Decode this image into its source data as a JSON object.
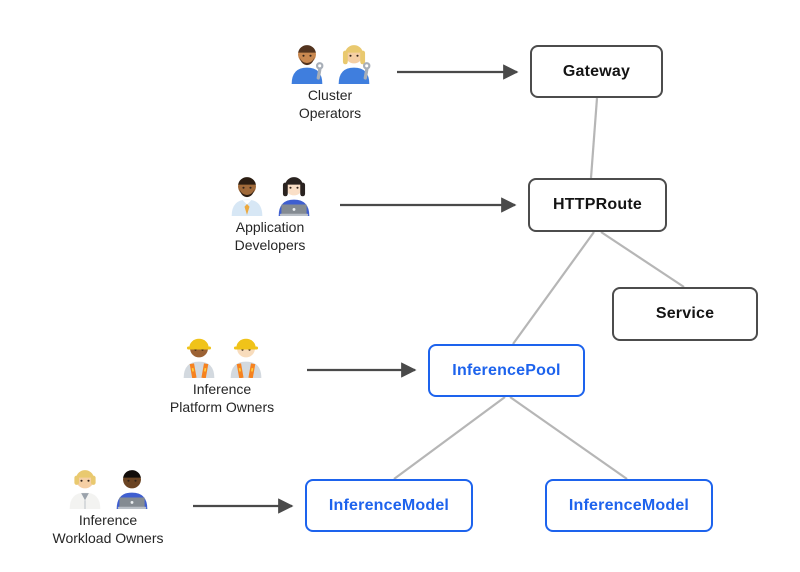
{
  "diagram": {
    "personas": [
      {
        "label_lines": [
          "Cluster",
          "Operators"
        ],
        "icons": [
          "man-mechanic",
          "woman-mechanic"
        ],
        "arrow_to": "Gateway"
      },
      {
        "label_lines": [
          "Application",
          "Developers"
        ],
        "icons": [
          "man-office-worker",
          "woman-technologist"
        ],
        "arrow_to": "HTTPRoute"
      },
      {
        "label_lines": [
          "Inference",
          "Platform Owners"
        ],
        "icons": [
          "woman-construction-worker",
          "man-construction-worker"
        ],
        "arrow_to": "InferencePool"
      },
      {
        "label_lines": [
          "Inference",
          "Workload Owners"
        ],
        "icons": [
          "health-worker",
          "man-technologist"
        ],
        "arrow_to": "InferenceModel"
      }
    ],
    "nodes": [
      {
        "id": "gateway",
        "label": "Gateway",
        "style": "dark"
      },
      {
        "id": "httproute",
        "label": "HTTPRoute",
        "style": "dark"
      },
      {
        "id": "service",
        "label": "Service",
        "style": "dark"
      },
      {
        "id": "inferencepool",
        "label": "InferencePool",
        "style": "blue"
      },
      {
        "id": "inferencemodel-left",
        "label": "InferenceModel",
        "style": "blue"
      },
      {
        "id": "inferencemodel-right",
        "label": "InferenceModel",
        "style": "blue"
      }
    ],
    "edges": [
      {
        "from": "Gateway",
        "to": "HTTPRoute"
      },
      {
        "from": "HTTPRoute",
        "to": "Service"
      },
      {
        "from": "HTTPRoute",
        "to": "InferencePool"
      },
      {
        "from": "InferencePool",
        "to": "InferenceModel (left)"
      },
      {
        "from": "InferencePool",
        "to": "InferenceModel (right)"
      }
    ],
    "colors": {
      "blue_accent": "#1d63ed",
      "dark_border": "#4c4c4c",
      "connector_gray": "#b6b6b6",
      "arrow_dark": "#4a4a4a",
      "background": "#ffffff",
      "text": "#141414"
    }
  }
}
